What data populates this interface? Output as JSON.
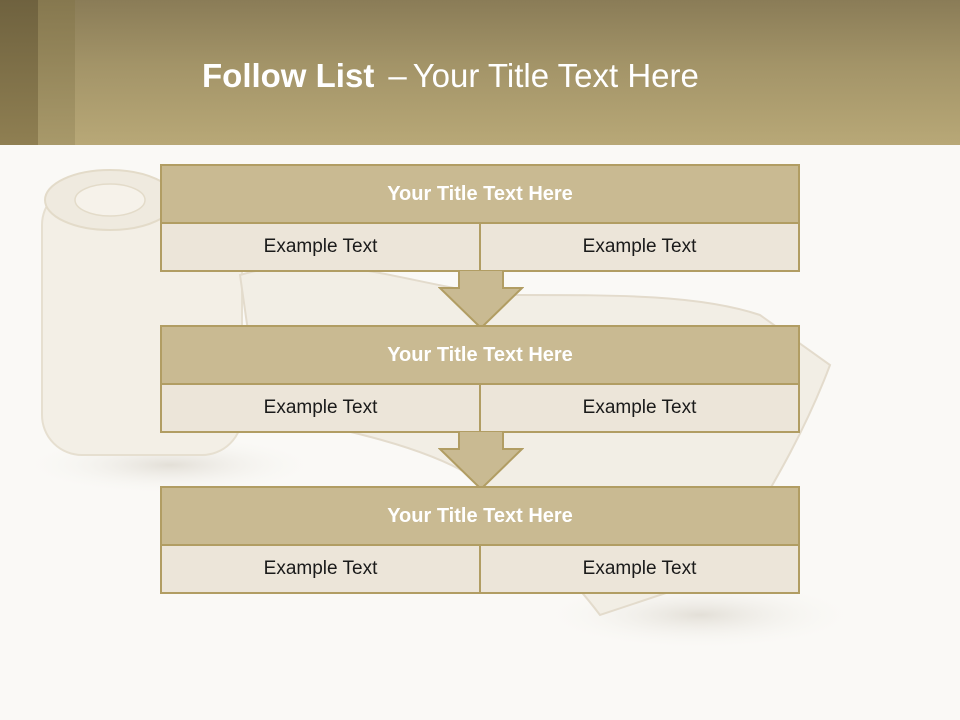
{
  "header": {
    "title_bold": "Follow List",
    "title_dash": "–",
    "title_rest": "Your Title Text Here"
  },
  "steps": [
    {
      "title": "Your Title Text Here",
      "left": "Example Text",
      "right": "Example Text"
    },
    {
      "title": "Your Title Text Here",
      "left": "Example Text",
      "right": "Example Text"
    },
    {
      "title": "Your Title Text Here",
      "left": "Example Text",
      "right": "Example Text"
    }
  ],
  "colors": {
    "header": "#a39468",
    "box_title": "#c9ba92",
    "box_cell": "#ece5d9",
    "border": "#b19d63",
    "arrow_fill": "#c9ba92"
  }
}
